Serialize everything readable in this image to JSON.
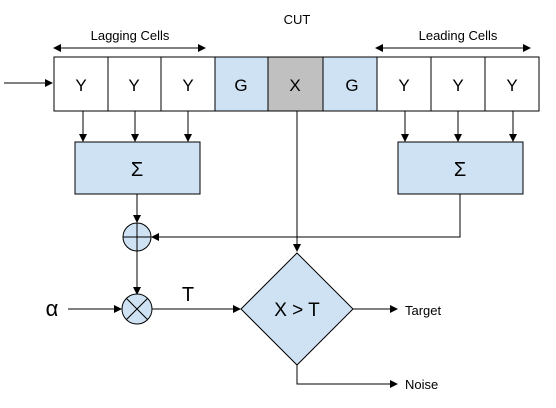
{
  "diagram": {
    "cut_label": "CUT",
    "lagging_label": "Lagging Cells",
    "leading_label": "Leading Cells",
    "cells": [
      "Y",
      "Y",
      "Y",
      "G",
      "X",
      "G",
      "Y",
      "Y",
      "Y"
    ],
    "sum_symbol": "Σ",
    "alpha_label": "α",
    "threshold_label": "T",
    "comparator_label": "X > T",
    "target_output": "Target",
    "noise_output": "Noise"
  },
  "colors": {
    "cell_data": "#ffffff",
    "cell_guard": "#cfe2f3",
    "cell_cut": "#c0c0c0",
    "block_fill": "#cfe2f3",
    "stroke": "#000000"
  }
}
